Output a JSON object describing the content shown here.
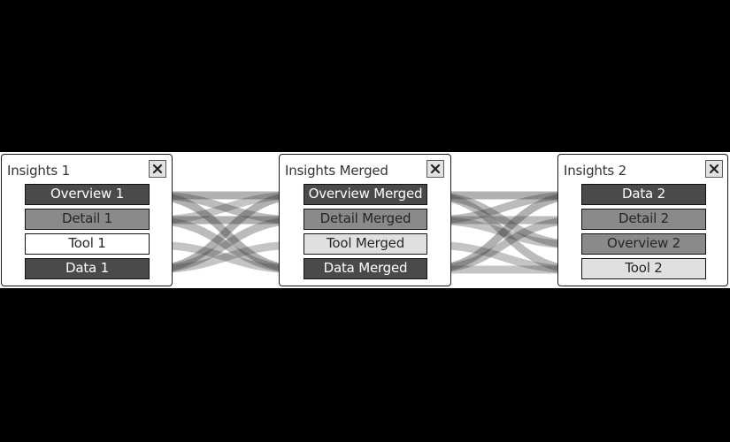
{
  "colors": {
    "background": "#000000",
    "panel": "#ffffff",
    "border": "#1a1a1a",
    "item_dark": "#4a4a4a",
    "item_mid": "#8a8a8a",
    "item_light": "#e0e0e0",
    "item_white": "#ffffff",
    "link": "#3c3c3c"
  },
  "panels": [
    {
      "title": "Insights 1",
      "close_icon": "close-icon",
      "items": [
        {
          "label": "Overview 1",
          "shade": "dark"
        },
        {
          "label": "Detail 1",
          "shade": "mid"
        },
        {
          "label": "Tool 1",
          "shade": "white"
        },
        {
          "label": "Data 1",
          "shade": "dark"
        }
      ]
    },
    {
      "title": "Insights Merged",
      "close_icon": "close-icon",
      "items": [
        {
          "label": "Overview Merged",
          "shade": "dark"
        },
        {
          "label": "Detail Merged",
          "shade": "mid"
        },
        {
          "label": "Tool Merged",
          "shade": "light"
        },
        {
          "label": "Data Merged",
          "shade": "dark"
        }
      ]
    },
    {
      "title": "Insights 2",
      "close_icon": "close-icon",
      "items": [
        {
          "label": "Data 2",
          "shade": "dark"
        },
        {
          "label": "Detail 2",
          "shade": "mid"
        },
        {
          "label": "Overview 2",
          "shade": "mid"
        },
        {
          "label": "Tool 2",
          "shade": "light"
        }
      ]
    }
  ],
  "links": [
    {
      "from_panel": 0,
      "from_item": 0,
      "to_item": 0,
      "opacity": 0.4
    },
    {
      "from_panel": 0,
      "from_item": 0,
      "to_item": 1,
      "opacity": 0.35
    },
    {
      "from_panel": 0,
      "from_item": 0,
      "to_item": 3,
      "opacity": 0.4
    },
    {
      "from_panel": 0,
      "from_item": 1,
      "to_item": 1,
      "opacity": 0.4
    },
    {
      "from_panel": 0,
      "from_item": 1,
      "to_item": 3,
      "opacity": 0.35
    },
    {
      "from_panel": 0,
      "from_item": 1,
      "to_item": 0,
      "opacity": 0.3
    },
    {
      "from_panel": 0,
      "from_item": 3,
      "to_item": 0,
      "opacity": 0.4
    },
    {
      "from_panel": 0,
      "from_item": 3,
      "to_item": 1,
      "opacity": 0.35
    },
    {
      "from_panel": 0,
      "from_item": 3,
      "to_item": 2,
      "opacity": 0.3
    },
    {
      "from_panel": 0,
      "from_item": 2,
      "to_item": 3,
      "opacity": 0.3
    },
    {
      "from_panel": 1,
      "from_item": 0,
      "to_item": 0,
      "opacity": 0.4
    },
    {
      "from_panel": 1,
      "from_item": 0,
      "to_item": 2,
      "opacity": 0.35
    },
    {
      "from_panel": 1,
      "from_item": 0,
      "to_item": 3,
      "opacity": 0.35
    },
    {
      "from_panel": 1,
      "from_item": 1,
      "to_item": 1,
      "opacity": 0.35
    },
    {
      "from_panel": 1,
      "from_item": 1,
      "to_item": 0,
      "opacity": 0.35
    },
    {
      "from_panel": 1,
      "from_item": 1,
      "to_item": 2,
      "opacity": 0.3
    },
    {
      "from_panel": 1,
      "from_item": 3,
      "to_item": 0,
      "opacity": 0.4
    },
    {
      "from_panel": 1,
      "from_item": 3,
      "to_item": 1,
      "opacity": 0.35
    },
    {
      "from_panel": 1,
      "from_item": 3,
      "to_item": 3,
      "opacity": 0.3
    },
    {
      "from_panel": 1,
      "from_item": 2,
      "to_item": 3,
      "opacity": 0.3
    }
  ]
}
